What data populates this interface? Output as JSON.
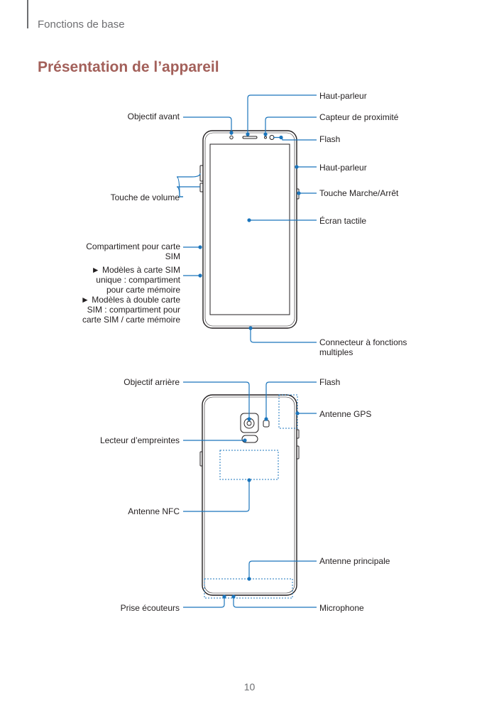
{
  "header": {
    "section": "Fonctions de base",
    "title": "Présentation de l’appareil"
  },
  "front": {
    "labels": {
      "front_camera": "Objectif avant",
      "volume_key": "Touche de volume",
      "sim_tray": "Compartiment pour carte SIM",
      "sim_note_1": "► Modèles à carte SIM unique : compartiment pour carte mémoire",
      "sim_note_2": "► Modèles à double carte SIM : compartiment pour carte SIM / carte mémoire",
      "speaker_top": "Haut-parleur",
      "proximity": "Capteur de proximité",
      "flash": "Flash",
      "speaker_side": "Haut-parleur",
      "power_key": "Touche Marche/Arrêt",
      "touchscreen": "Écran tactile",
      "connector": "Connecteur à fonctions multiples"
    }
  },
  "back": {
    "labels": {
      "rear_camera": "Objectif arrière",
      "fingerprint": "Lecteur d’empreintes",
      "nfc": "Antenne NFC",
      "earphone": "Prise écouteurs",
      "flash": "Flash",
      "gps": "Antenne GPS",
      "main_antenna": "Antenne principale",
      "microphone": "Microphone"
    }
  },
  "colors": {
    "accent": "#1b75bc",
    "title": "#a3605a",
    "device": "#231f20"
  },
  "footer": {
    "page_number": "10"
  }
}
